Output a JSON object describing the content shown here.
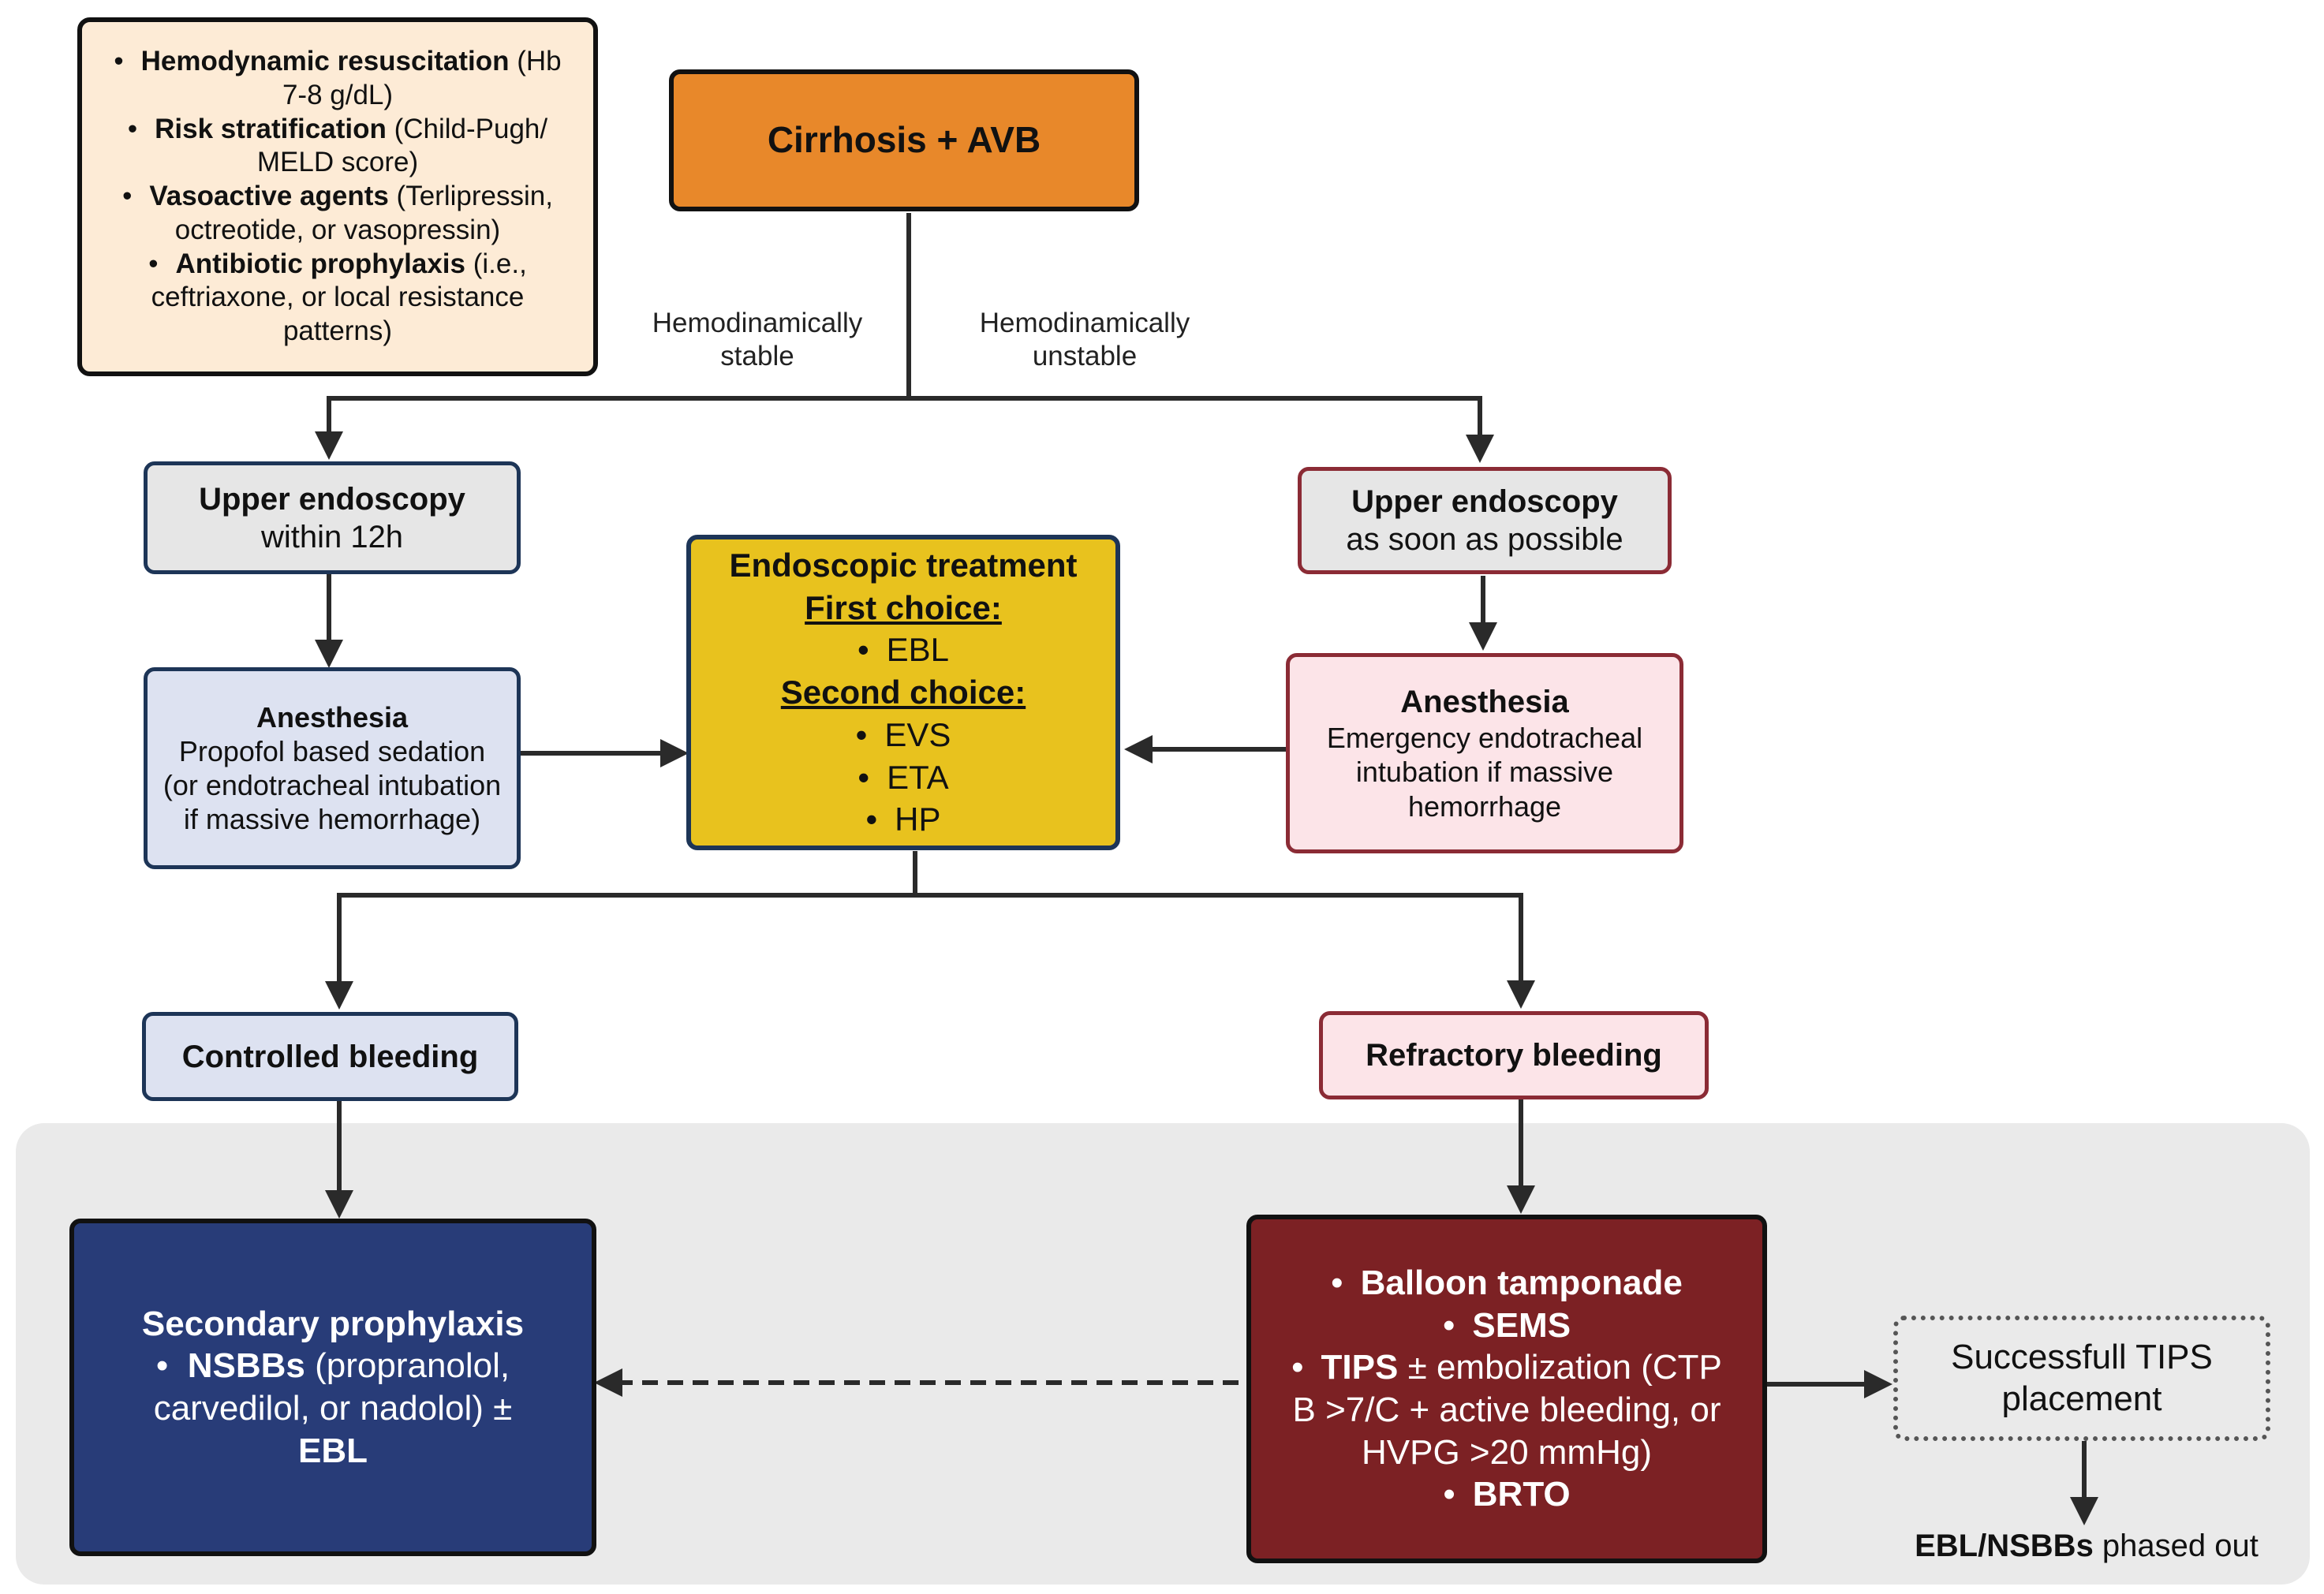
{
  "initial_management": [
    {
      "bold": "Hemodynamic resuscitation",
      "rest": " (Hb 7-8 g/dL)"
    },
    {
      "bold": "Risk stratification",
      "rest": " (Child-Pugh/ MELD score)"
    },
    {
      "bold": "Vasoactive agents",
      "rest": " (Terlipressin, octreotide, or vasopressin)"
    },
    {
      "bold": "Antibiotic prophylaxis",
      "rest": " (i.e., ceftriaxone, or local resistance patterns)"
    }
  ],
  "start": {
    "label": "Cirrhosis + AVB"
  },
  "branch_labels": {
    "stable": "Hemodinamically stable",
    "unstable": "Hemodinamically unstable"
  },
  "stable_path": {
    "endoscopy_title": "Upper endoscopy",
    "endoscopy_timing": "within 12h",
    "anesthesia_title": "Anesthesia",
    "anesthesia_text": "Propofol based sedation (or endotracheal intubation if massive hemorrhage)"
  },
  "unstable_path": {
    "endoscopy_title": "Upper endoscopy",
    "endoscopy_timing": "as soon as possible",
    "anesthesia_title": "Anesthesia",
    "anesthesia_text": "Emergency endotracheal intubation if massive hemorrhage"
  },
  "endoscopic_treatment": {
    "title": "Endoscopic treatment",
    "first_choice_label": "First choice:",
    "first_choice": [
      "EBL"
    ],
    "second_choice_label": "Second choice:",
    "second_choice": [
      "EVS",
      "ETA",
      "HP"
    ]
  },
  "controlled": {
    "label": "Controlled bleeding"
  },
  "refractory": {
    "label": "Refractory bleeding"
  },
  "secondary_prophylaxis": {
    "title": "Secondary prophylaxis",
    "drug_bold": "NSBBs",
    "drug_rest": " (propranolol, carvedilol, or nadolol) ±",
    "ebl": "EBL"
  },
  "rescue_options": [
    {
      "bold": "Balloon tamponade",
      "rest": ""
    },
    {
      "bold": "SEMS",
      "rest": ""
    },
    {
      "bold": "TIPS",
      "rest": " ± embolization (CTP B >7/C + active bleeding, or HVPG >20 mmHg)"
    },
    {
      "bold": "BRTO",
      "rest": ""
    }
  ],
  "tips_success": {
    "label": "Successfull TIPS placement"
  },
  "phased_out": {
    "bold": "EBL/NSBBs",
    "rest": " phased out"
  },
  "colors": {
    "start_fill": "#E8882A",
    "initial_fill": "#FDEBD6",
    "stable_border": "#1D3557",
    "stable_fill": "#E6E6E6",
    "stable_anesthesia_fill": "#DDE2F1",
    "unstable_border": "#8B2B35",
    "unstable_fill": "#FCE4E8",
    "treatment_fill": "#E8C21E",
    "prophylaxis_fill": "#283C78",
    "rescue_fill": "#7C2124",
    "panel_fill": "#EAEAEA"
  }
}
